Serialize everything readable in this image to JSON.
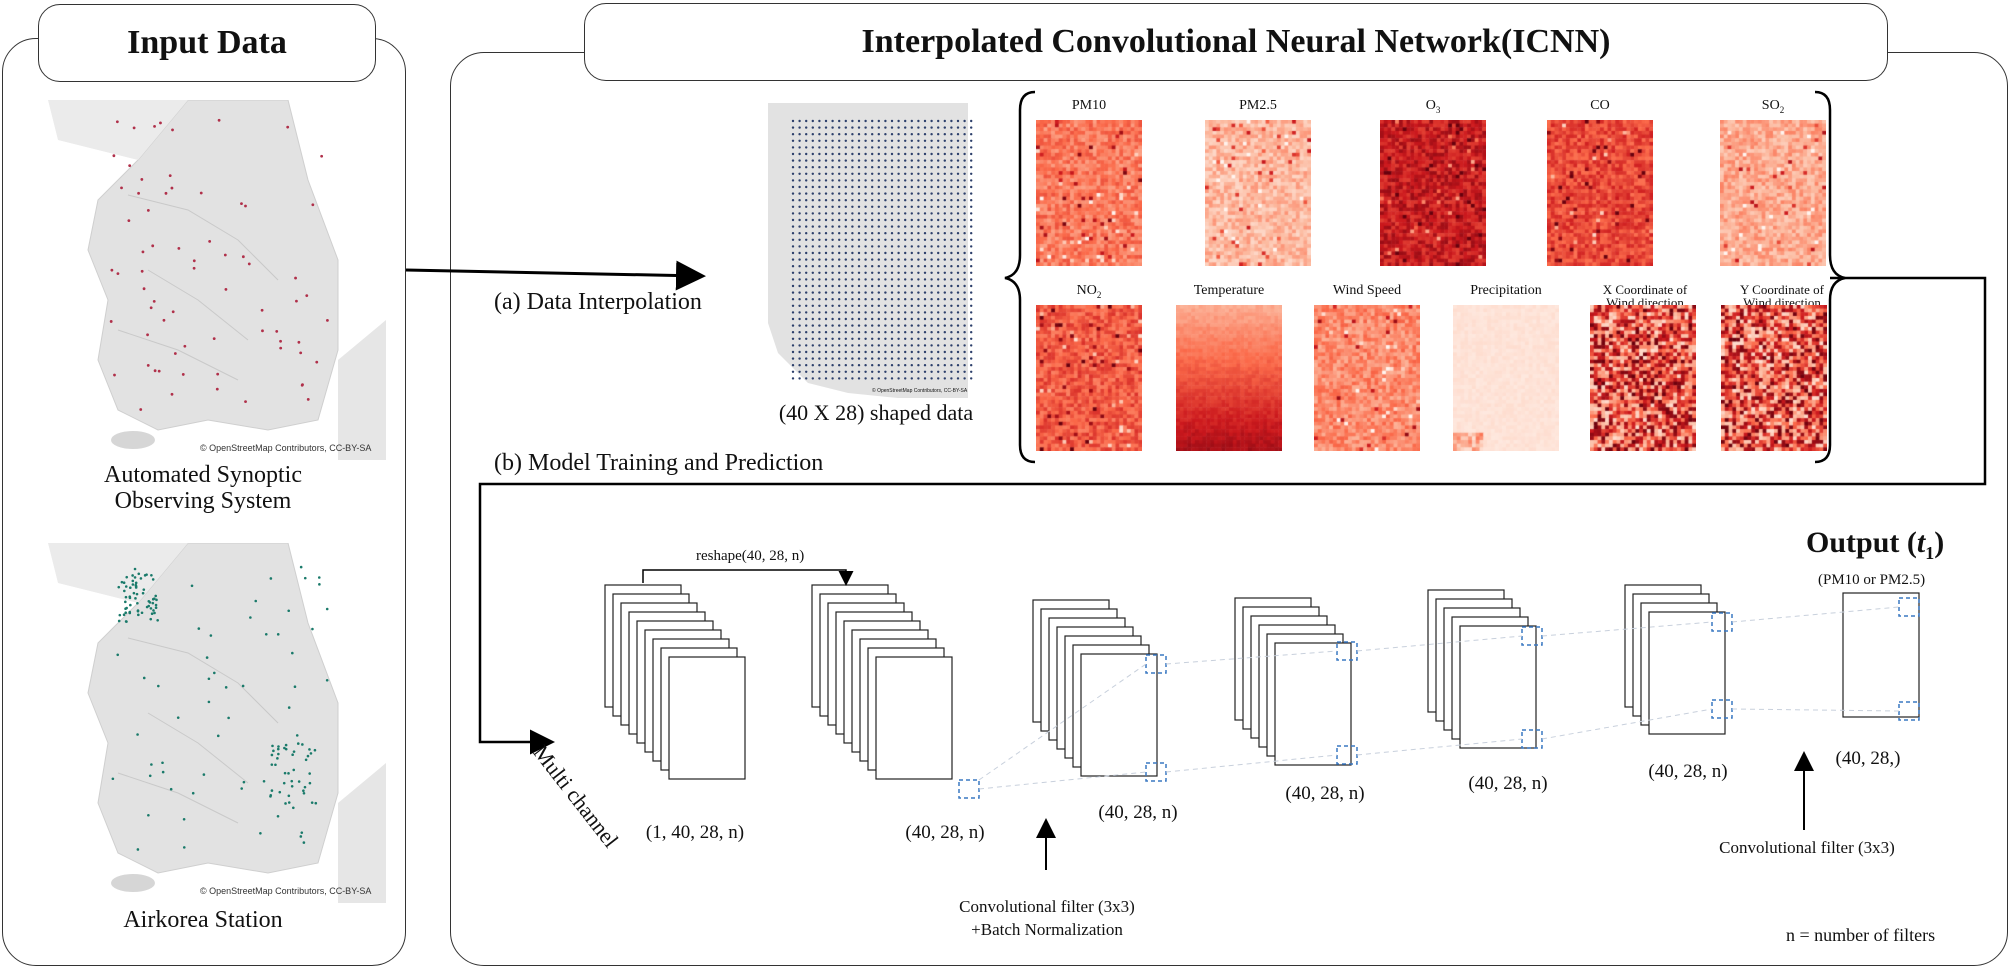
{
  "left_panel": {
    "title": "Input Data",
    "map_credit_1": "© OpenStreetMap Contributors, CC-BY-SA",
    "map_caption_1_line1": "Automated Synoptic",
    "map_caption_1_line2": "Observing System",
    "map_credit_2": "© OpenStreetMap Contributors, CC-BY-SA",
    "map_caption_2": "Airkorea Station"
  },
  "right_panel": {
    "title": "Interpolated Convolutional Neural Network(ICNN)",
    "step_a": "(a) Data Interpolation",
    "step_b": "(b) Model Training and Prediction",
    "grid_credit": "© OpenStreetMap Contributors, CC-BY-SA",
    "grid_caption": "(40 X 28) shaped data"
  },
  "variables": {
    "row1": [
      {
        "label": "PM10",
        "sub": ""
      },
      {
        "label": "PM2.5",
        "sub": ""
      },
      {
        "label": "O",
        "sub": "3"
      },
      {
        "label": "CO",
        "sub": ""
      },
      {
        "label": "SO",
        "sub": "2"
      }
    ],
    "row2": [
      {
        "label": "NO",
        "sub": "2"
      },
      {
        "label": "Temperature",
        "sub": ""
      },
      {
        "label": "Wind Speed",
        "sub": ""
      },
      {
        "label": "Precipitation",
        "sub": ""
      },
      {
        "label": "X Coordinate of\nWind direction",
        "sub": ""
      },
      {
        "label": "Y Coordinate of\nWind direction",
        "sub": ""
      }
    ]
  },
  "network": {
    "multi_channel": "Multi channel",
    "reshape": "reshape(40, 28, n)",
    "dims": [
      "(1, 40, 28, n)",
      "(40, 28, n)",
      "(40, 28, n)",
      "(40, 28, n)",
      "(40, 28, n)",
      "(40, 28, n)",
      "(40, 28,)"
    ],
    "conv_bn_line1": "Convolutional filter (3x3)",
    "conv_bn_line2": "+Batch Normalization",
    "conv_out": "Convolutional filter (3x3)",
    "output_label": "Output (",
    "output_var": "t",
    "output_sub": "1",
    "output_close": ")",
    "output_desc": "(PM10 or PM2.5)",
    "footnote": "n = number of filters"
  },
  "colors": {
    "heat_light": "#fbe4da",
    "heat_mid": "#f08a70",
    "heat_dark": "#b3151a",
    "filter_blue": "#3a78c2",
    "map_grey": "#e4e4e4",
    "dot_green": "#1a7a6a",
    "dot_red": "#b0304a",
    "grid_dot": "#2c3f6b"
  }
}
